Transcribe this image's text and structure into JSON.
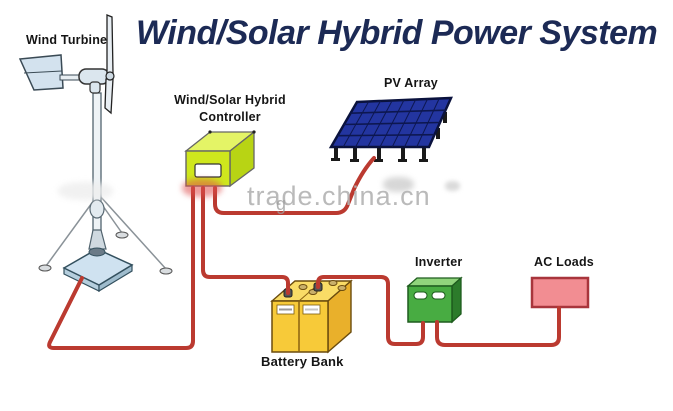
{
  "title": {
    "text": "Wind/Solar Hybrid Power System",
    "color": "#1c2a55"
  },
  "watermark": {
    "text": "trade.china.cn",
    "fragment": "g",
    "color": "#b3b3b3"
  },
  "labels": {
    "wind_turbine": "Wind Turbine",
    "controller_line1": "Wind/Solar Hybrid",
    "controller_line2": "Controller",
    "pv_array": "PV Array",
    "battery_bank": "Battery Bank",
    "inverter": "Inverter",
    "ac_loads": "AC Loads"
  },
  "colors": {
    "wire": "#bb3a30",
    "controller_front": "#cfe71d",
    "controller_top": "#e4f466",
    "controller_side": "#b8d414",
    "pv_panel": "#2335a0",
    "pv_grid": "#0d1750",
    "battery_front": "#f7ca39",
    "battery_top": "#f9dc66",
    "battery_side": "#e9b02b",
    "inverter_front": "#48ac42",
    "inverter_top": "#90d47c",
    "inverter_side": "#2c7b2b",
    "ac_loads_fill": "#f28d92",
    "ac_loads_border": "#a8353c",
    "turbine_body": "#d8e4ee",
    "label_color": "#151515"
  },
  "connections": [
    {
      "from": "wind-turbine",
      "to": "controller"
    },
    {
      "from": "pv-array",
      "to": "controller"
    },
    {
      "from": "controller",
      "to": "battery-bank"
    },
    {
      "from": "battery-bank",
      "to": "inverter"
    },
    {
      "from": "inverter",
      "to": "ac-loads"
    }
  ]
}
